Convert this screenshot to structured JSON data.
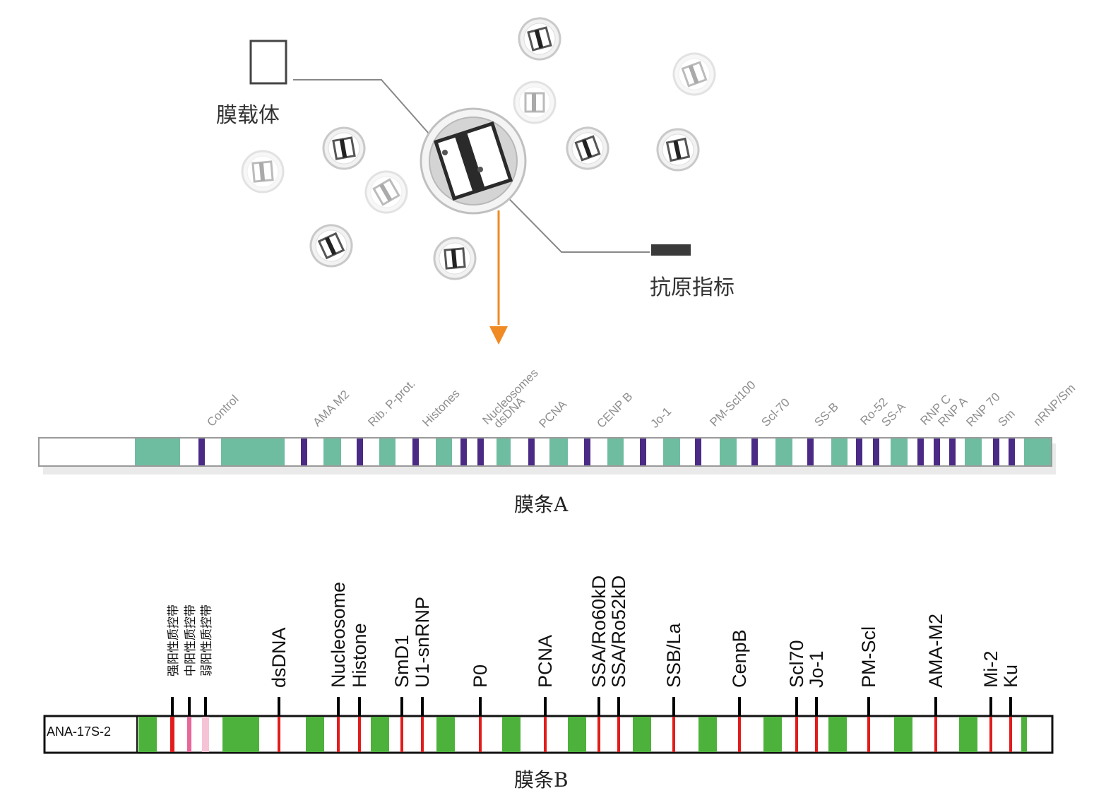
{
  "diagram": {
    "labels": {
      "membrane_carrier": "膜载体",
      "antigen_marker": "抗原指标",
      "strip_a_caption": "膜条A",
      "strip_b_caption": "膜条B",
      "strip_b_name": "ANA-17S-2"
    },
    "strip_a": {
      "antigens": [
        "Control",
        "AMA M2",
        "Rib. P-prot.",
        "Histones",
        "Nucleosomes",
        "dsDNA",
        "PCNA",
        "CENP B",
        "Jo-1",
        "PM-Scl100",
        "Scl-70",
        "SS-B",
        "Ro-52",
        "SS-A",
        "RNP C",
        "RNP A",
        "RNP 70",
        "Sm",
        "nRNP/Sm"
      ]
    },
    "strip_b": {
      "control_bands": [
        "强阳性质控带",
        "中阳性质控带",
        "弱阳性质控带"
      ],
      "antigens": [
        "dsDNA",
        "Nucleosome",
        "Histone",
        "SmD1",
        "U1-snRNP",
        "P0",
        "PCNA",
        "SSA/Ro60kD",
        "SSA/Ro52kD",
        "SSB/La",
        "CenpB",
        "Scl70",
        "Jo-1",
        "PM-Scl",
        "AMA-M2",
        "Mi-2",
        "Ku"
      ]
    },
    "colors": {
      "strip_a_teal": "#6fbda0",
      "strip_a_band": "#4b2a86",
      "strip_b_green": "#4db23c",
      "strip_b_band": "#e21c1c",
      "strip_b_medium": "#e8679a",
      "strip_b_weak": "#f6c3d6",
      "arrow_orange": "#f08a24",
      "antigen_marker_color": "#3a3a3a"
    }
  }
}
